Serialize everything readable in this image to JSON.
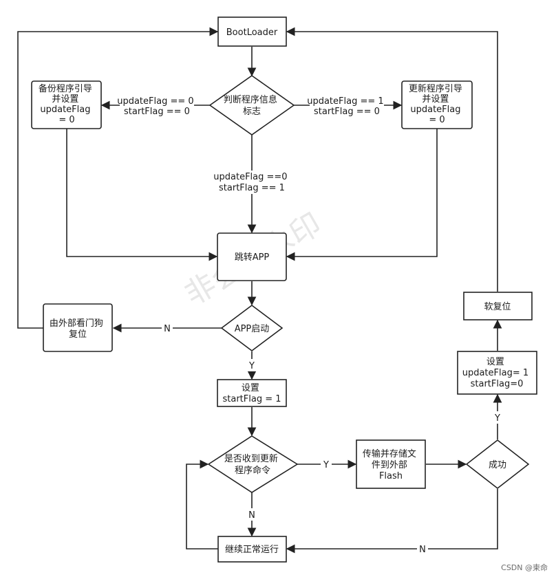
{
  "nodes": {
    "bootloader": [
      "BootLoader"
    ],
    "judge": [
      "判断程序信息",
      "标志"
    ],
    "backup": [
      "备份程序引导",
      "并设置",
      "updateFlag",
      "= 0"
    ],
    "update": [
      "更新程序引导",
      "并设置",
      "updateFlag",
      "= 0"
    ],
    "jump_app": [
      "跳转APP"
    ],
    "app_start": [
      "APP启动"
    ],
    "watchdog": [
      "由外部看门狗",
      "复位"
    ],
    "set_start": [
      "设置",
      "startFlag = 1"
    ],
    "received": [
      "是否收到更新",
      "程序命令"
    ],
    "transfer": [
      "传输并存储文",
      "件到外部",
      "Flash"
    ],
    "success": [
      "成功"
    ],
    "normal": [
      "继续正常运行"
    ],
    "set_update": [
      "设置",
      "updateFlag= 1",
      "startFlag=0"
    ],
    "soft_reset": [
      "软复位"
    ]
  },
  "edge_labels": {
    "judge_left": [
      "updateFlag == 0",
      "startFlag == 0"
    ],
    "judge_right": [
      "updateFlag == 1",
      "startFlag == 0"
    ],
    "judge_down": [
      "updateFlag ==0",
      "startFlag == 1"
    ],
    "app_no": [
      "N"
    ],
    "app_yes": [
      "Y"
    ],
    "received_yes": [
      "Y"
    ],
    "received_no": [
      "N"
    ],
    "success_yes": [
      "Y"
    ],
    "success_no": [
      "N"
    ]
  },
  "watermark": "非会员水印",
  "credit": "CSDN @柬命"
}
